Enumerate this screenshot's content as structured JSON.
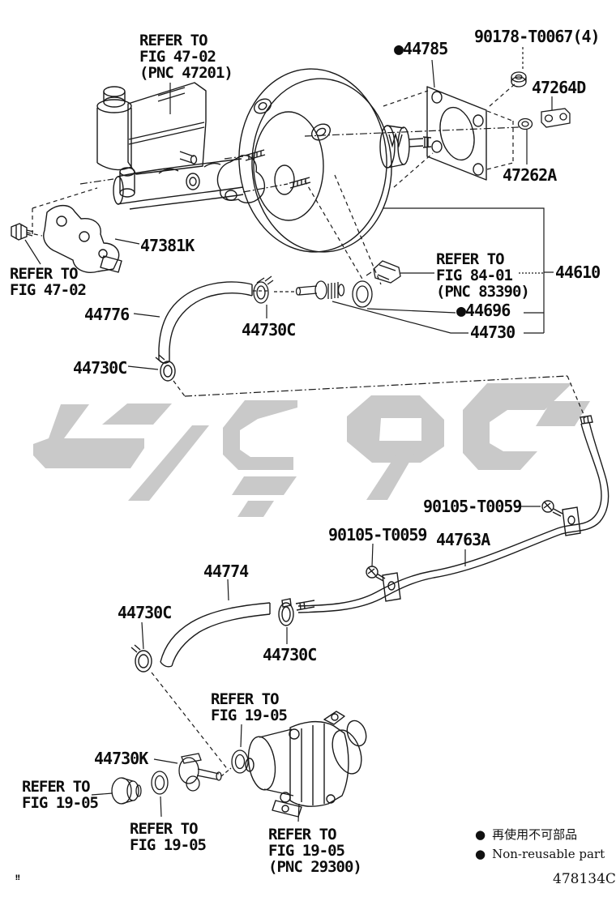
{
  "figure": {
    "code": "478134C",
    "corner_mark": "‼"
  },
  "legend": {
    "bullet": "●",
    "jp": "再使用不可部品",
    "en": "Non-reusable part"
  },
  "parts": {
    "p44785": "●44785",
    "p90178": "90178-T0067(4)",
    "p47264d": "47264D",
    "p47262a": "47262A",
    "p47381k": "47381K",
    "p44776": "44776",
    "p44610": "44610",
    "p44696": "●44696",
    "p44730": "44730",
    "p44730c": "44730C",
    "p90105": "90105-T0059",
    "p44763a": "44763A",
    "p44774": "44774",
    "p44730k": "44730K"
  },
  "refs": {
    "mc": {
      "l1": "REFER TO",
      "l2": "FIG 47-02",
      "l3": "(PNC 47201)"
    },
    "bracket": {
      "l1": "REFER TO",
      "l2": "FIG 47-02"
    },
    "vsv": {
      "l1": "REFER TO",
      "l2": "FIG 84-01",
      "l3": "(PNC 83390)"
    },
    "fig1905": {
      "l1": "REFER TO",
      "l2": "FIG 19-05"
    },
    "pump": {
      "l1": "REFER TO",
      "l2": "FIG 19-05",
      "l3": "(PNC 29300)"
    }
  },
  "colors": {
    "background": "#ffffff",
    "line": "#1a1a1a",
    "watermark": "#c9c9c9",
    "text": "#0d0d0d"
  }
}
